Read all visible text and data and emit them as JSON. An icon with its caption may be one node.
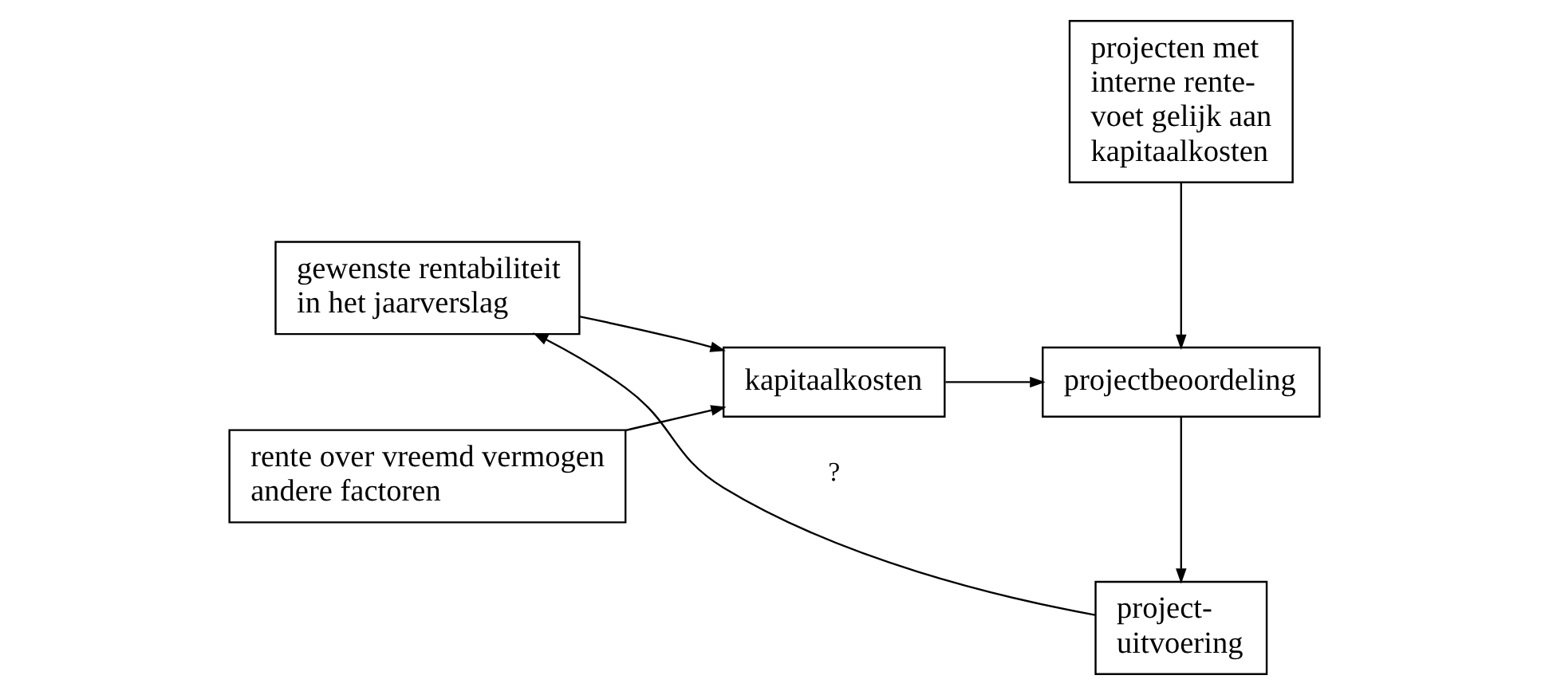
{
  "diagram": {
    "nodes": [
      {
        "text": [
          "gewenste rentabiliteit in het jaarverslag"
        ]
      },
      {
        "text": [
          "project- uitvoering"
        ]
      },
      {
        "text": [
          "rente over vreemd vermogen andere factoren"
        ]
      },
      {
        "text": [
          "kapitaalkosten"
        ]
      },
      {
        "text": [
          "projectbeoordeling"
        ]
      },
      {
        "text": [
          "projecten met interne rente- voet gelijk aan kapitaalkosten"
        ]
      }
    ],
    "edges": [
      {
        "from": 0,
        "to": 3,
        "arrow": "to"
      },
      {
        "from": 2,
        "to": 3,
        "arrow": "to"
      },
      {
        "from": 3,
        "to": 4,
        "arrow": "to"
      },
      {
        "from": 4,
        "to": 1,
        "arrow": "to"
      },
      {
        "from": 5,
        "to": 4,
        "arrow": "to"
      },
      {
        "from": 1,
        "to": 0,
        "arrow": "to",
        "label": "?"
      }
    ]
  }
}
